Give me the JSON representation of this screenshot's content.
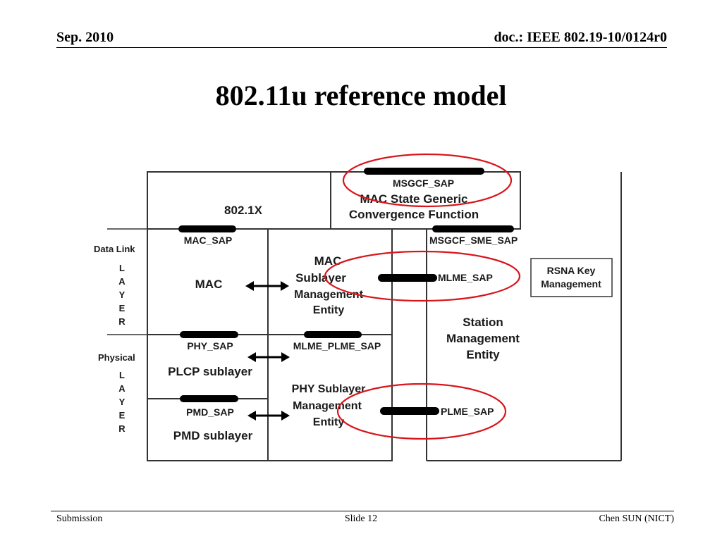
{
  "header": {
    "date": "Sep. 2010",
    "doc": "doc.: IEEE 802.19-10/0124r0"
  },
  "slide": {
    "title": "802.11u reference model"
  },
  "diagram": {
    "msgcf_sap": "MSGCF_SAP",
    "mac_state_line1": "MAC State Generic",
    "mac_state_line2": "Convergence Function",
    "dot1x": "802.1X",
    "mac_sap": "MAC_SAP",
    "msgcf_sme_sap": "MSGCF_SME_SAP",
    "data_link": "Data Link",
    "layer_letters": [
      "L",
      "A",
      "Y",
      "E",
      "R"
    ],
    "mac": "MAC",
    "mlme_line1": "MAC",
    "mlme_line2": "Sublayer",
    "mlme_line3": "Management",
    "mlme_line4": "Entity",
    "mlme_sap": "MLME_SAP",
    "rsna_line1": "RSNA Key",
    "rsna_line2": "Management",
    "sme_line1": "Station",
    "sme_line2": "Management",
    "sme_line3": "Entity",
    "phy_sap": "PHY_SAP",
    "mlme_plme_sap": "MLME_PLME_SAP",
    "physical": "Physical",
    "plcp": "PLCP sublayer",
    "plme_line1": "PHY Sublayer",
    "plme_line2": "Management",
    "plme_line3": "Entity",
    "pmd_sap": "PMD_SAP",
    "plme_sap": "PLME_SAP",
    "pmd": "PMD sublayer",
    "highlight_color": "#d9151b",
    "sap_color": "#000000"
  },
  "footer": {
    "left": "Submission",
    "center": "Slide 12",
    "right": "Chen SUN (NICT)"
  }
}
